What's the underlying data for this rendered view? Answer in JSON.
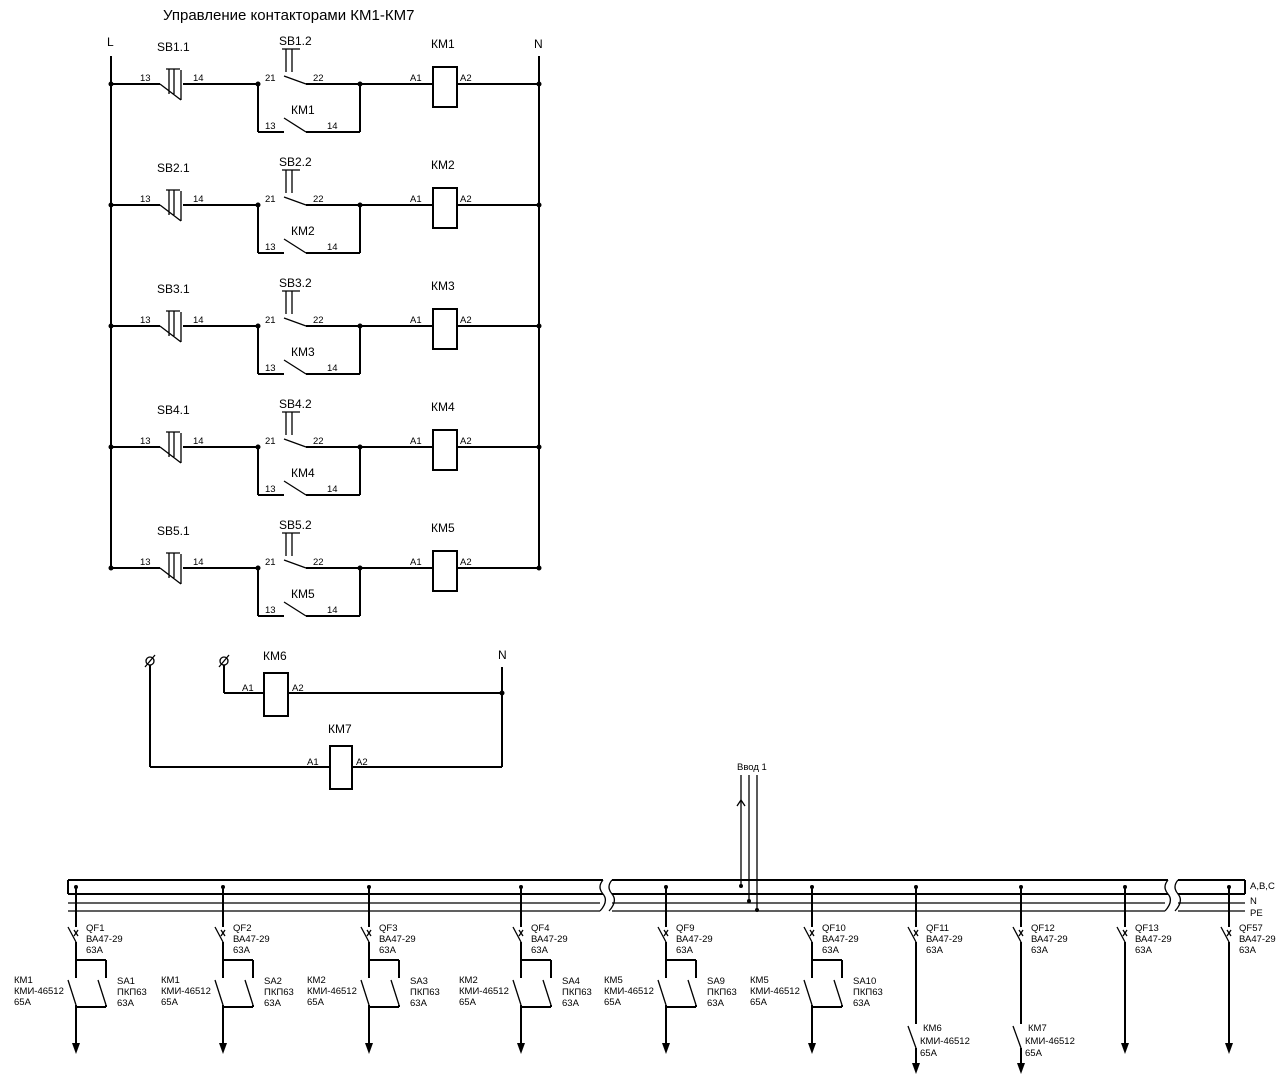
{
  "title": "Управление контакторами КМ1-КМ7",
  "rail_labels": {
    "line": "L",
    "neutral": "N"
  },
  "control_rows": [
    {
      "stop": "SB1.1",
      "start": "SB1.2",
      "aux": "КМ1",
      "coil": "КМ1"
    },
    {
      "stop": "SB2.1",
      "start": "SB2.2",
      "aux": "КМ2",
      "coil": "КМ2"
    },
    {
      "stop": "SB3.1",
      "start": "SB3.2",
      "aux": "КМ3",
      "coil": "КМ3"
    },
    {
      "stop": "SB4.1",
      "start": "SB4.2",
      "aux": "КМ4",
      "coil": "КМ4"
    },
    {
      "stop": "SB5.1",
      "start": "SB5.2",
      "aux": "КМ5",
      "coil": "КМ5"
    }
  ],
  "terminals": {
    "t13": "13",
    "t14": "14",
    "t21": "21",
    "t22": "22",
    "a1": "A1",
    "a2": "A2"
  },
  "coils_km67": {
    "km6": "КМ6",
    "km7": "КМ7",
    "neutral": "N"
  },
  "busbar": {
    "input": "Ввод 1",
    "labels": [
      "A,B,C",
      "N",
      "PE"
    ]
  },
  "feeders": [
    {
      "qf": "QF1",
      "qf_type": "ВА47-29",
      "qf_rating": "63А",
      "km": "КМ1",
      "km_type": "КМИ-46512",
      "km_rating": "65А",
      "sa": "SA1",
      "sa_type": "ПКП63",
      "sa_rating": "63А"
    },
    {
      "qf": "QF2",
      "qf_type": "ВА47-29",
      "qf_rating": "63А",
      "km": "КМ1",
      "km_type": "КМИ-46512",
      "km_rating": "65А",
      "sa": "SA2",
      "sa_type": "ПКП63",
      "sa_rating": "63А"
    },
    {
      "qf": "QF3",
      "qf_type": "ВА47-29",
      "qf_rating": "63А",
      "km": "КМ2",
      "km_type": "КМИ-46512",
      "km_rating": "65А",
      "sa": "SA3",
      "sa_type": "ПКП63",
      "sa_rating": "63А"
    },
    {
      "qf": "QF4",
      "qf_type": "ВА47-29",
      "qf_rating": "63А",
      "km": "КМ2",
      "km_type": "КМИ-46512",
      "km_rating": "65А",
      "sa": "SA4",
      "sa_type": "ПКП63",
      "sa_rating": "63А"
    },
    {
      "qf": "QF9",
      "qf_type": "ВА47-29",
      "qf_rating": "63А",
      "km": "КМ5",
      "km_type": "КМИ-46512",
      "km_rating": "65А",
      "sa": "SA9",
      "sa_type": "ПКП63",
      "sa_rating": "63А"
    },
    {
      "qf": "QF10",
      "qf_type": "ВА47-29",
      "qf_rating": "63А",
      "km": "КМ5",
      "km_type": "КМИ-46512",
      "km_rating": "65А",
      "sa": "SA10",
      "sa_type": "ПКП63",
      "sa_rating": "63А"
    },
    {
      "qf": "QF11",
      "qf_type": "ВА47-29",
      "qf_rating": "63А",
      "km": "КМ6",
      "km_type": "КМИ-46512",
      "km_rating": "65А"
    },
    {
      "qf": "QF12",
      "qf_type": "ВА47-29",
      "qf_rating": "63А",
      "km": "КМ7",
      "km_type": "КМИ-46512",
      "km_rating": "65А"
    },
    {
      "qf": "QF13",
      "qf_type": "ВА47-29",
      "qf_rating": "63А"
    },
    {
      "qf": "QF57",
      "qf_type": "ВА47-29",
      "qf_rating": "63А"
    }
  ]
}
